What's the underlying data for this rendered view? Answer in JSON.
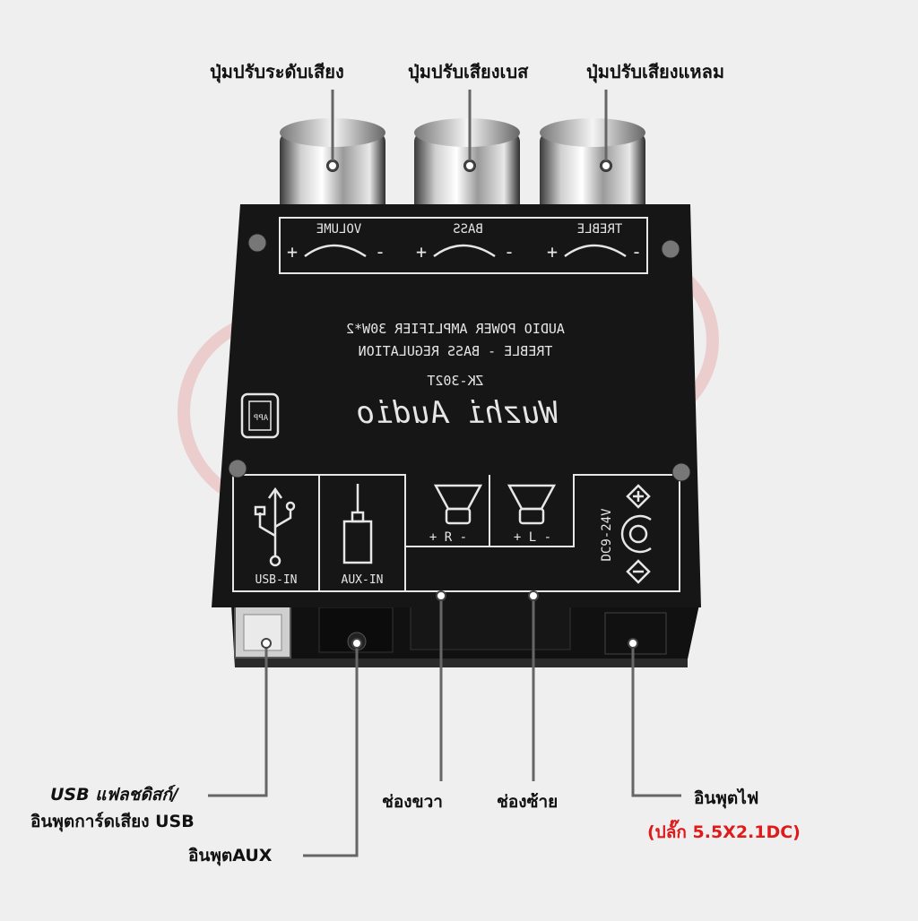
{
  "labels": {
    "volume_knob": "ปุ่มปรับระดับเสียง",
    "bass_knob": "ปุ่มปรับเสียงเบส",
    "treble_knob": "ปุ่มปรับเสียงแหลม",
    "usb_line1": "USB แฟลชดิสก์/",
    "usb_line2": "อินพุตการ์ดเสียง USB",
    "aux_input": "อินพุตAUX",
    "right_channel": "ช่องขวา",
    "left_channel": "ช่องซ้าย",
    "power_input": "อินพุตไฟ",
    "power_plug": "(ปลั๊ก 5.5X2.1DC)"
  },
  "board": {
    "volume": "VOLUME",
    "bass": "BASS",
    "treble": "TREBLE",
    "plus": "+",
    "minus": "-",
    "line1": "AUDIO POWER AMPLIFIER 30W*2",
    "line2": "TREBLE - BASS REGULATION",
    "model": "ZK-302T",
    "brand": "Wuzhi Audio",
    "app": "APP",
    "usb_in": "USB-IN",
    "aux_in": "AUX-IN",
    "right": "+ R -",
    "left": "+ L -",
    "dc": "DC9-24V"
  },
  "colors": {
    "board": "#161616",
    "silkscreen": "#e6e6e6",
    "accent_red": "#e0191b"
  }
}
